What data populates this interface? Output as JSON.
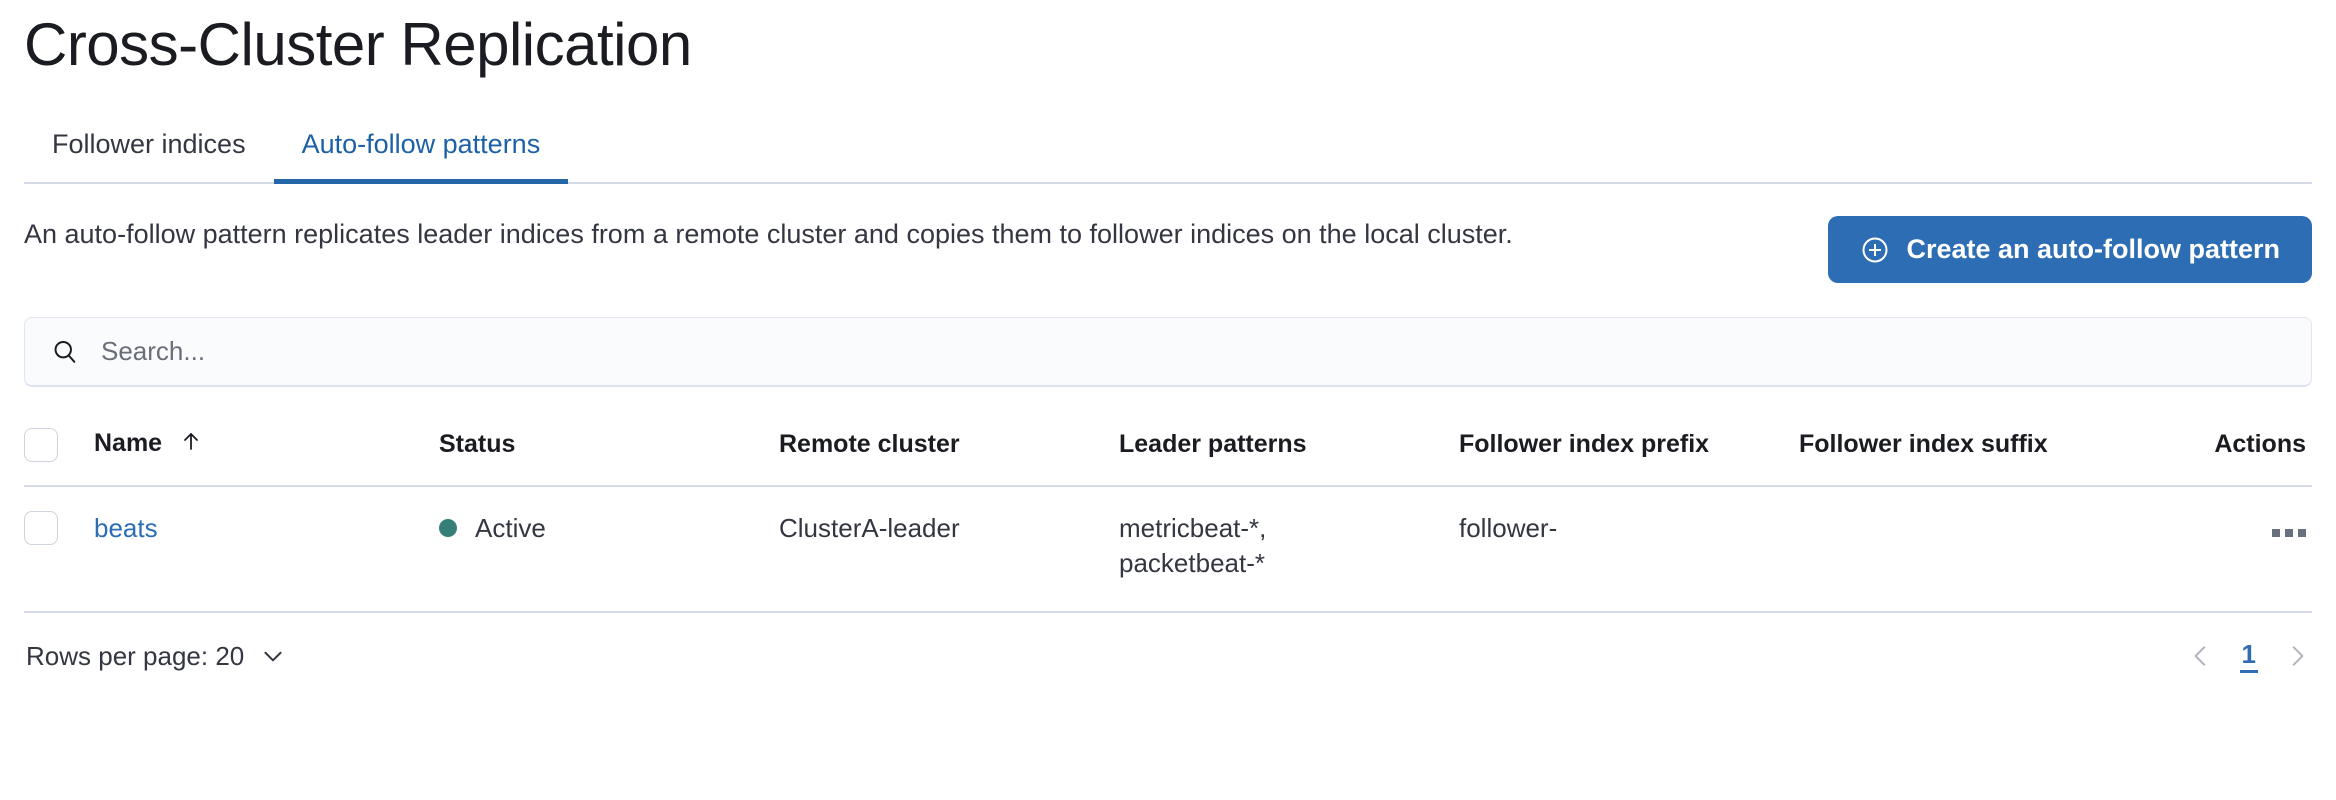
{
  "page": {
    "title": "Cross-Cluster Replication"
  },
  "tabs": [
    {
      "label": "Follower indices",
      "active": false
    },
    {
      "label": "Auto-follow patterns",
      "active": true
    }
  ],
  "description": "An auto-follow pattern replicates leader indices from a remote cluster and copies them to follower indices on the local cluster.",
  "create_button": {
    "label": "Create an auto-follow pattern",
    "icon": "plus-in-circle-icon",
    "color": "#2c6db3"
  },
  "search": {
    "placeholder": "Search...",
    "value": "",
    "icon": "search-icon"
  },
  "table": {
    "columns": [
      {
        "key": "name",
        "label": "Name",
        "sorted": "asc",
        "sort_icon": "arrow-up-icon"
      },
      {
        "key": "status",
        "label": "Status"
      },
      {
        "key": "remote_cluster",
        "label": "Remote cluster"
      },
      {
        "key": "leader_patterns",
        "label": "Leader patterns"
      },
      {
        "key": "follower_index_prefix",
        "label": "Follower index prefix"
      },
      {
        "key": "follower_index_suffix",
        "label": "Follower index suffix"
      },
      {
        "key": "actions",
        "label": "Actions"
      }
    ],
    "rows": [
      {
        "name": "beats",
        "status": "Active",
        "status_color": "#357f78",
        "remote_cluster": "ClusterA-leader",
        "leader_patterns": [
          "metricbeat-*,",
          "packetbeat-*"
        ],
        "follower_index_prefix": "follower-",
        "follower_index_suffix": "",
        "actions_icon": "ellipsis-icon"
      }
    ]
  },
  "footer": {
    "rows_per_page_label": "Rows per page: 20",
    "rows_per_page_icon": "chevron-down-icon",
    "prev_icon": "chevron-left-icon",
    "next_icon": "chevron-right-icon",
    "current_page": "1"
  }
}
